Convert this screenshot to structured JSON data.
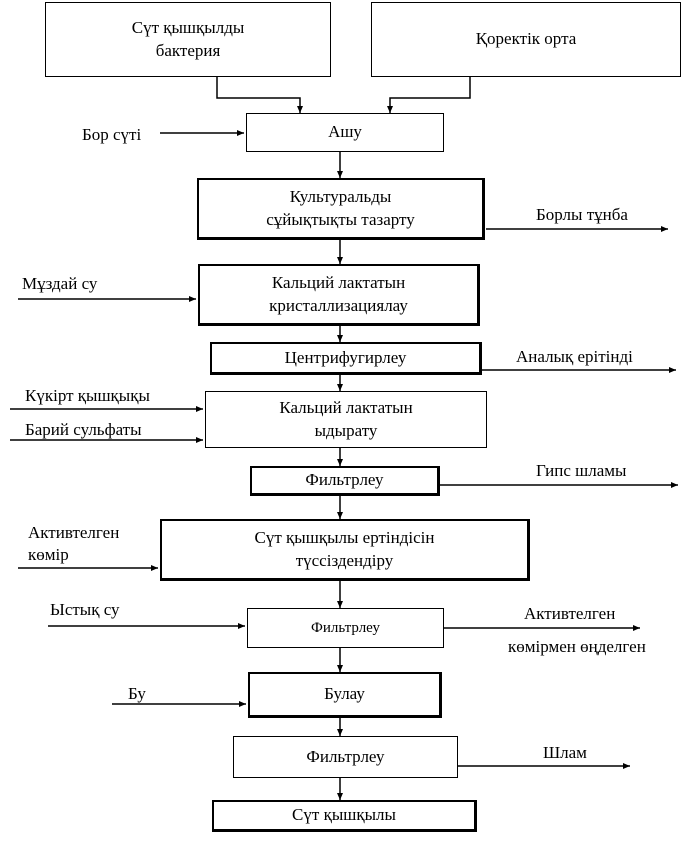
{
  "boxes": {
    "bacteria": {
      "line1": "Сүт қышқылды",
      "line2": "бактерия"
    },
    "medium": {
      "text": "Қоректік орта"
    },
    "ashu": {
      "text": "Ашу"
    },
    "purify": {
      "line1": "Культуральды",
      "line2": "сұйықтықты тазарту"
    },
    "cryst": {
      "line1": "Кальций лактатын",
      "line2": "кристаллизациялау"
    },
    "centr": {
      "text": "Центрифугирлеу"
    },
    "decomp": {
      "line1": "Кальций лактатын",
      "line2": "ыдырату"
    },
    "filter1": {
      "text": "Фильтрлеу"
    },
    "decolor": {
      "line1": "Сүт қышқылы ертіндісін",
      "line2": "түссіздендіру"
    },
    "filter2": {
      "text": "Фильтрлеу"
    },
    "evap": {
      "text": "Булау"
    },
    "filter3": {
      "text": "Фильтрлеу"
    },
    "product": {
      "text": "Сүт қышқылы"
    }
  },
  "inputs": {
    "chalk_milk": "Бор сүті",
    "cold_water": "Мұздай су",
    "sulfuric_acid": "Күкірт қышқықы",
    "barium_sulfate": "Барий сульфаты",
    "activated_carbon_1": "Активтелген",
    "activated_carbon_2": "көмір",
    "hot_water": "Ыстық су",
    "steam": "Бу"
  },
  "outputs": {
    "chalky_sediment": "Борлы тұнба",
    "mother_liquor": "Аналық ерітінді",
    "gypsum_sludge": "Гипс шламы",
    "spent_carbon_1": "Активтелген",
    "spent_carbon_2": "көмірмен өңделген",
    "sludge": "Шлам"
  }
}
